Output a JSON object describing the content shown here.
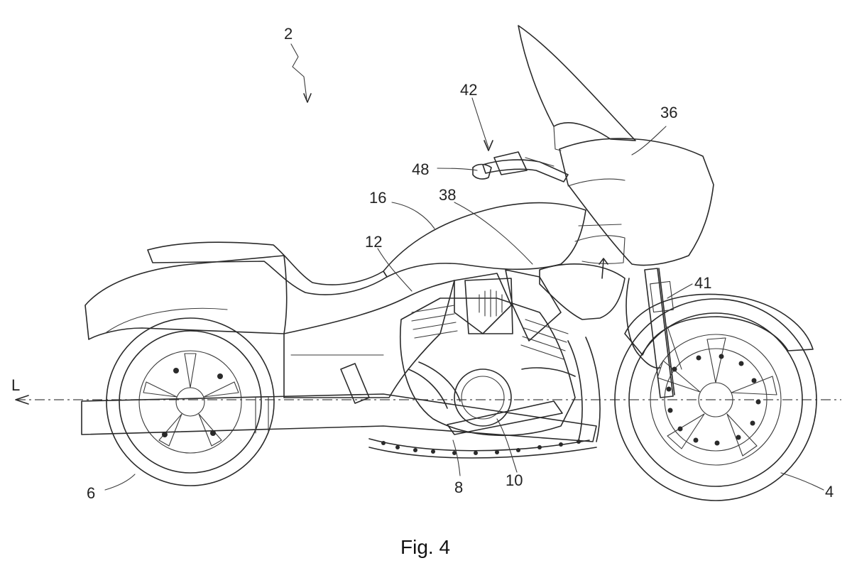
{
  "figure": {
    "caption": "Fig. 4",
    "direction_label": "L"
  },
  "references": {
    "motorcycle": "2",
    "front_wheel": "4",
    "rear_wheel": "6",
    "frame": "8",
    "engine": "10",
    "cylinder": "12",
    "fuel_tank": "16",
    "fairing": "36",
    "cover": "38",
    "fork": "41",
    "handlebar": "42",
    "grip": "48"
  }
}
